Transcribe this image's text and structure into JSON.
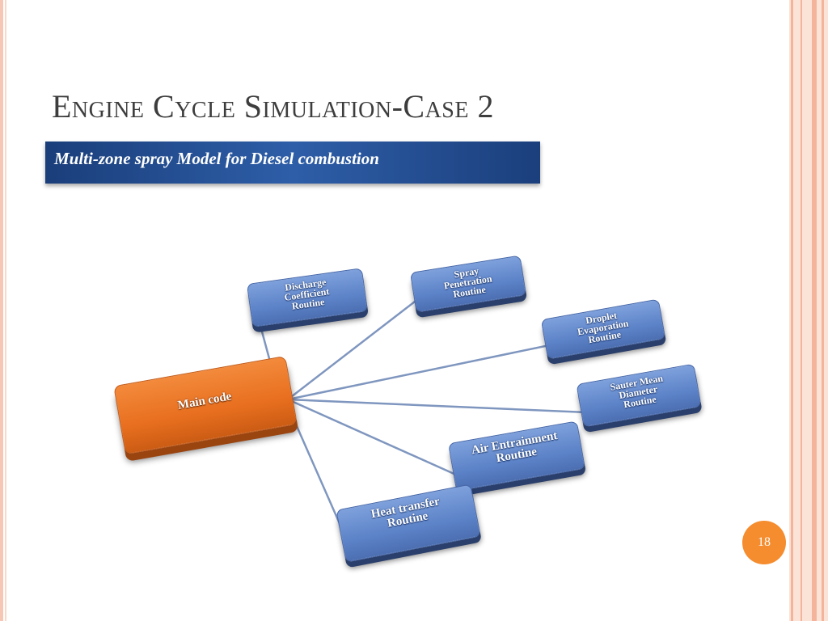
{
  "slide": {
    "title": "Engine Cycle Simulation-Case 2",
    "subtitle": "Multi-zone spray Model for Diesel combustion",
    "page_number": "18"
  },
  "diagram": {
    "main_node": {
      "label": "Main code",
      "color": "#e8731f"
    },
    "routine_color": "#5b80c5",
    "connector_color": "#7f96bf",
    "nodes": [
      {
        "id": "discharge",
        "label": "Discharge\nCoefficient\nRoutine"
      },
      {
        "id": "spray",
        "label": "Spray\nPenetration\nRoutine"
      },
      {
        "id": "droplet",
        "label": "Droplet\nEvaporation\nRoutine"
      },
      {
        "id": "sauter",
        "label": "Sauter Mean\nDiameter\nRoutine"
      },
      {
        "id": "air",
        "label": "Air Entrainment\nRoutine"
      },
      {
        "id": "heat",
        "label": "Heat transfer\nRoutine"
      }
    ]
  }
}
